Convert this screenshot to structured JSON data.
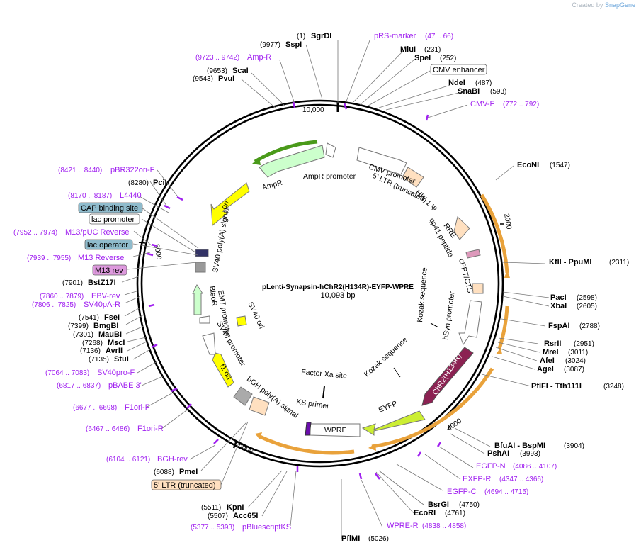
{
  "credit": {
    "created_by": "Created by",
    "brand": "SnapGene"
  },
  "plasmid": {
    "name": "pLenti-Synapsin-hChR2(H134R)-EYFP-WPRE",
    "size": "10,093 bp"
  },
  "ticks": [
    "10,000",
    "2000",
    "4000",
    "6000",
    "8000"
  ],
  "colors": {
    "backbone": "#000000",
    "primer": "#a020f0",
    "orange_arrow": "#e9a23b",
    "ori": "#ffff00",
    "chr2": "#8b2252",
    "eyfp": "#ccee33",
    "ampr": "#ccffcc"
  },
  "enzymes": [
    {
      "id": "sgrdi",
      "name": "SgrDI",
      "pos": "(1)"
    },
    {
      "id": "sspi",
      "name": "SspI",
      "pos": "(9977)"
    },
    {
      "id": "mlui",
      "name": "MluI",
      "pos": "(231)"
    },
    {
      "id": "spei",
      "name": "SpeI",
      "pos": "(252)"
    },
    {
      "id": "ndei",
      "name": "NdeI",
      "pos": "(487)"
    },
    {
      "id": "snabi",
      "name": "SnaBI",
      "pos": "(593)"
    },
    {
      "id": "scai",
      "name": "ScaI",
      "pos": "(9653)"
    },
    {
      "id": "pvui",
      "name": "PvuI",
      "pos": "(9543)"
    },
    {
      "id": "econi",
      "name": "EcoNI",
      "pos": "(1547)"
    },
    {
      "id": "pcii",
      "name": "PciI",
      "pos": "(8280)"
    },
    {
      "id": "kfli",
      "name": "KflI - PpuMI",
      "pos": "(2311)"
    },
    {
      "id": "paci",
      "name": "PacI",
      "pos": "(2598)"
    },
    {
      "id": "xbai",
      "name": "XbaI",
      "pos": "(2605)"
    },
    {
      "id": "fspai",
      "name": "FspAI",
      "pos": "(2788)"
    },
    {
      "id": "rsrii",
      "name": "RsrII",
      "pos": "(2951)"
    },
    {
      "id": "mrei",
      "name": "MreI",
      "pos": "(3011)"
    },
    {
      "id": "afei",
      "name": "AfeI",
      "pos": "(3024)"
    },
    {
      "id": "agei",
      "name": "AgeI",
      "pos": "(3087)"
    },
    {
      "id": "pflfi",
      "name": "PflFI - Tth111I",
      "pos": "(3248)"
    },
    {
      "id": "bstz17i",
      "name": "BstZ17I",
      "pos": "(7901)"
    },
    {
      "id": "fsei",
      "name": "FseI",
      "pos": "(7541)"
    },
    {
      "id": "bmgbi",
      "name": "BmgBI",
      "pos": "(7399)"
    },
    {
      "id": "maubi",
      "name": "MauBI",
      "pos": "(7301)"
    },
    {
      "id": "msci",
      "name": "MscI",
      "pos": "(7268)"
    },
    {
      "id": "avrii",
      "name": "AvrII",
      "pos": "(7136)"
    },
    {
      "id": "stui",
      "name": "StuI",
      "pos": "(7135)"
    },
    {
      "id": "bfuai",
      "name": "BfuAI - BspMI",
      "pos": "(3904)"
    },
    {
      "id": "pshai",
      "name": "PshAI",
      "pos": "(3993)"
    },
    {
      "id": "pmei",
      "name": "PmeI",
      "pos": "(6088)"
    },
    {
      "id": "bsrgi",
      "name": "BsrGI",
      "pos": "(4750)"
    },
    {
      "id": "ecori",
      "name": "EcoRI",
      "pos": "(4761)"
    },
    {
      "id": "kpni",
      "name": "KpnI",
      "pos": "(5511)"
    },
    {
      "id": "acc65i",
      "name": "Acc65I",
      "pos": "(5507)"
    },
    {
      "id": "pflmi",
      "name": "PflMI",
      "pos": "(5026)"
    }
  ],
  "primers": [
    {
      "id": "prs-marker",
      "name": "pRS-marker",
      "pos": "(47 .. 66)"
    },
    {
      "id": "amp-r",
      "name": "Amp-R",
      "pos": "(9723 .. 9742)"
    },
    {
      "id": "cmv-f",
      "name": "CMV-F",
      "pos": "(772 .. 792)"
    },
    {
      "id": "pbr322ori-f",
      "name": "pBR322ori-F",
      "pos": "(8421 .. 8440)"
    },
    {
      "id": "l4440",
      "name": "L4440",
      "pos": "(8170 .. 8187)"
    },
    {
      "id": "m13-puc-reverse",
      "name": "M13/pUC Reverse",
      "pos": "(7952 .. 7974)"
    },
    {
      "id": "m13-reverse",
      "name": "M13 Reverse",
      "pos": "(7939 .. 7955)"
    },
    {
      "id": "ebv-rev",
      "name": "EBV-rev",
      "pos": "(7860 .. 7879)"
    },
    {
      "id": "sv40pa-r",
      "name": "SV40pA-R",
      "pos": "(7806 .. 7825)"
    },
    {
      "id": "sv40pro-f",
      "name": "SV40pro-F",
      "pos": "(7064 .. 7083)"
    },
    {
      "id": "pbabe3",
      "name": "pBABE 3'",
      "pos": "(6817 .. 6837)"
    },
    {
      "id": "f1ori-f",
      "name": "F1ori-F",
      "pos": "(6677 .. 6698)"
    },
    {
      "id": "f1ori-r",
      "name": "F1ori-R",
      "pos": "(6467 .. 6486)"
    },
    {
      "id": "bgh-rev",
      "name": "BGH-rev",
      "pos": "(6104 .. 6121)"
    },
    {
      "id": "egfp-n",
      "name": "EGFP-N",
      "pos": "(4086 .. 4107)"
    },
    {
      "id": "exfp-r",
      "name": "EXFP-R",
      "pos": "(4347 .. 4366)"
    },
    {
      "id": "egfp-c",
      "name": "EGFP-C",
      "pos": "(4694 .. 4715)"
    },
    {
      "id": "wpre-r",
      "name": "WPRE-R",
      "pos": "(4838 .. 4858)"
    },
    {
      "id": "pbluescriptks",
      "name": "pBluescriptKS",
      "pos": "(5377 .. 5393)"
    }
  ],
  "boxed_labels": [
    {
      "id": "cmv-enhancer",
      "text": "CMV enhancer"
    },
    {
      "id": "cap-binding-site",
      "text": "CAP binding site"
    },
    {
      "id": "lac-promoter",
      "text": "lac promoter"
    },
    {
      "id": "lac-operator",
      "text": "lac operator"
    },
    {
      "id": "m13-rev",
      "text": "M13 rev"
    },
    {
      "id": "ltr-truncated",
      "text": "5' LTR (truncated)"
    }
  ],
  "features": [
    {
      "id": "ampr-promoter",
      "text": "AmpR promoter"
    },
    {
      "id": "ampr",
      "text": "AmpR"
    },
    {
      "id": "ori",
      "text": "ori"
    },
    {
      "id": "sv40-polya",
      "text": "SV40 poly(A) signal"
    },
    {
      "id": "cmv-promoter",
      "text": "CMV promoter"
    },
    {
      "id": "ltr5",
      "text": "5' LTR (truncated)"
    },
    {
      "id": "hiv-psi",
      "text": "HIV-1 Ψ"
    },
    {
      "id": "rre",
      "text": "RRE"
    },
    {
      "id": "gp41",
      "text": "gp41 peptide"
    },
    {
      "id": "cppt",
      "text": "cPPT/CTS"
    },
    {
      "id": "hsyn",
      "text": "hSyn promoter"
    },
    {
      "id": "chr2",
      "text": "ChR2(H134R)"
    },
    {
      "id": "kozak1",
      "text": "Kozak sequence"
    },
    {
      "id": "kozak2",
      "text": "Kozak sequence"
    },
    {
      "id": "eyfp",
      "text": "EYFP"
    },
    {
      "id": "factor-xa",
      "text": "Factor Xa site"
    },
    {
      "id": "ks-primer",
      "text": "KS primer"
    },
    {
      "id": "wpre",
      "text": "WPRE"
    },
    {
      "id": "bgh-polya",
      "text": "bGH poly(A) signal"
    },
    {
      "id": "f1ori",
      "text": "f1 ori"
    },
    {
      "id": "sv40-promoter",
      "text": "SV40 promoter"
    },
    {
      "id": "em7",
      "text": "EM7 promoter"
    },
    {
      "id": "bleor",
      "text": "BleoR"
    },
    {
      "id": "sv40-ori",
      "text": "SV40 ori"
    }
  ]
}
